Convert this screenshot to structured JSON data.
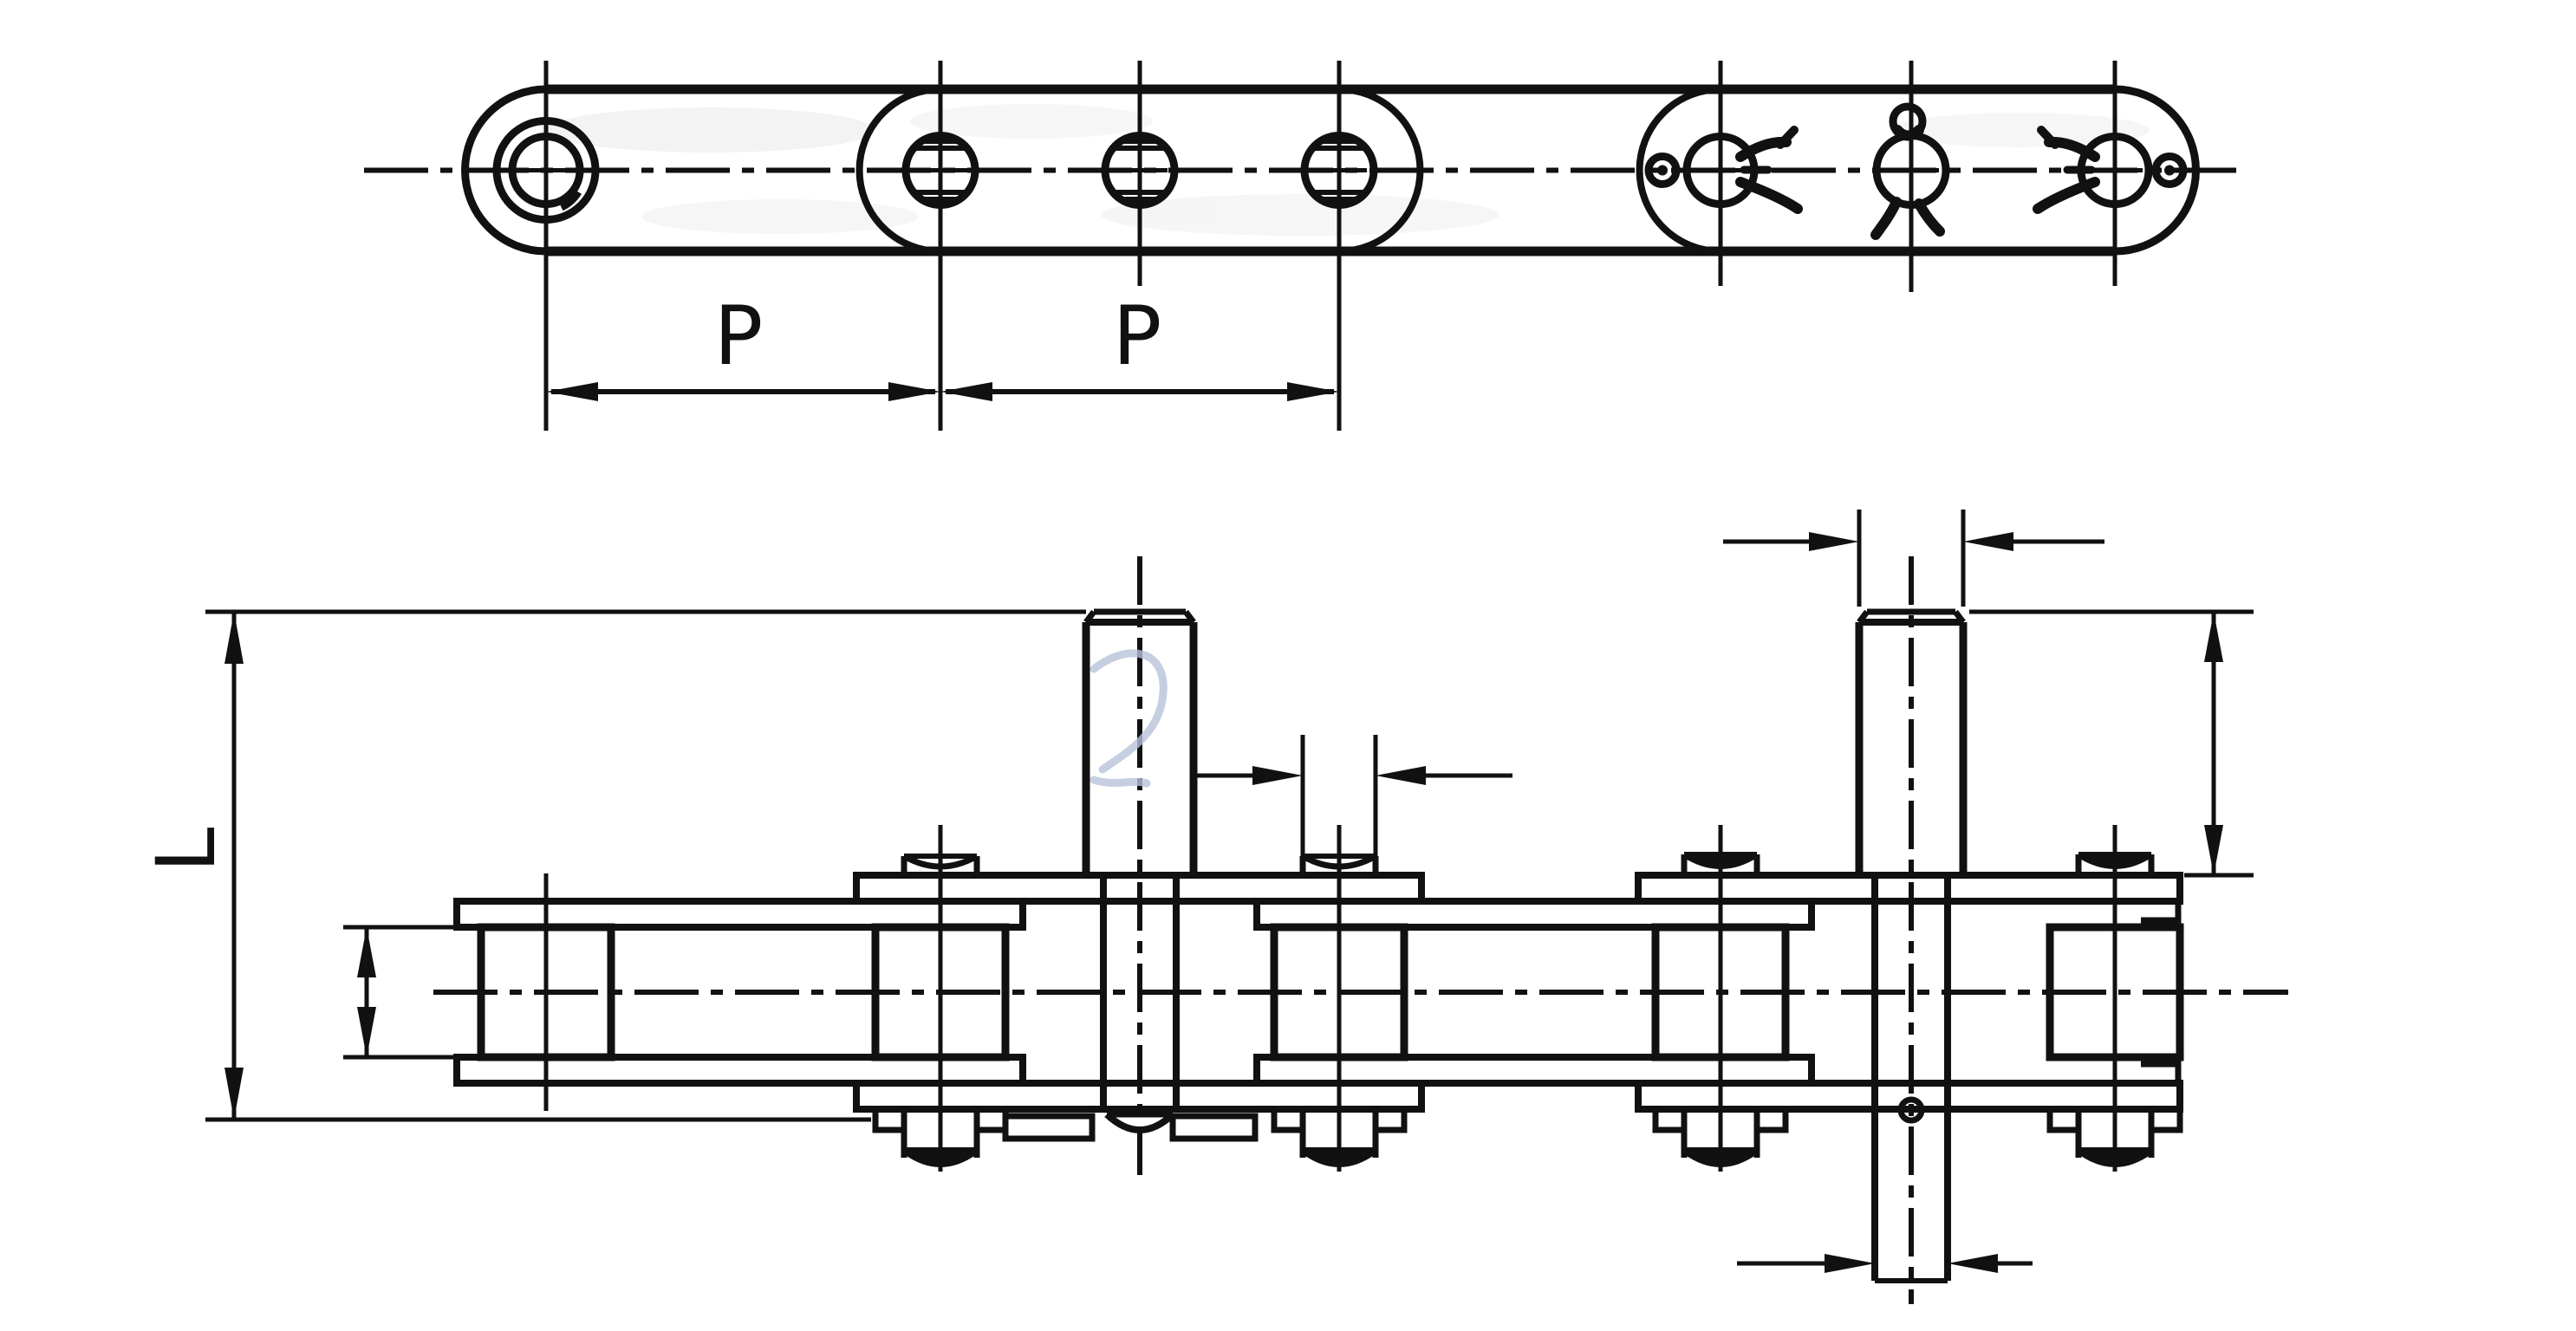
{
  "drawing": {
    "type": "engineering-drawing",
    "subject": "double-pitch conveyor roller chain with extended pins, top view and side elevation",
    "colors": {
      "background": "#ffffff",
      "line": "#111111",
      "watermark": "#b7c3da"
    },
    "labels": {
      "pitch_left": "P",
      "pitch_right": "P",
      "overall_height": "L"
    }
  }
}
